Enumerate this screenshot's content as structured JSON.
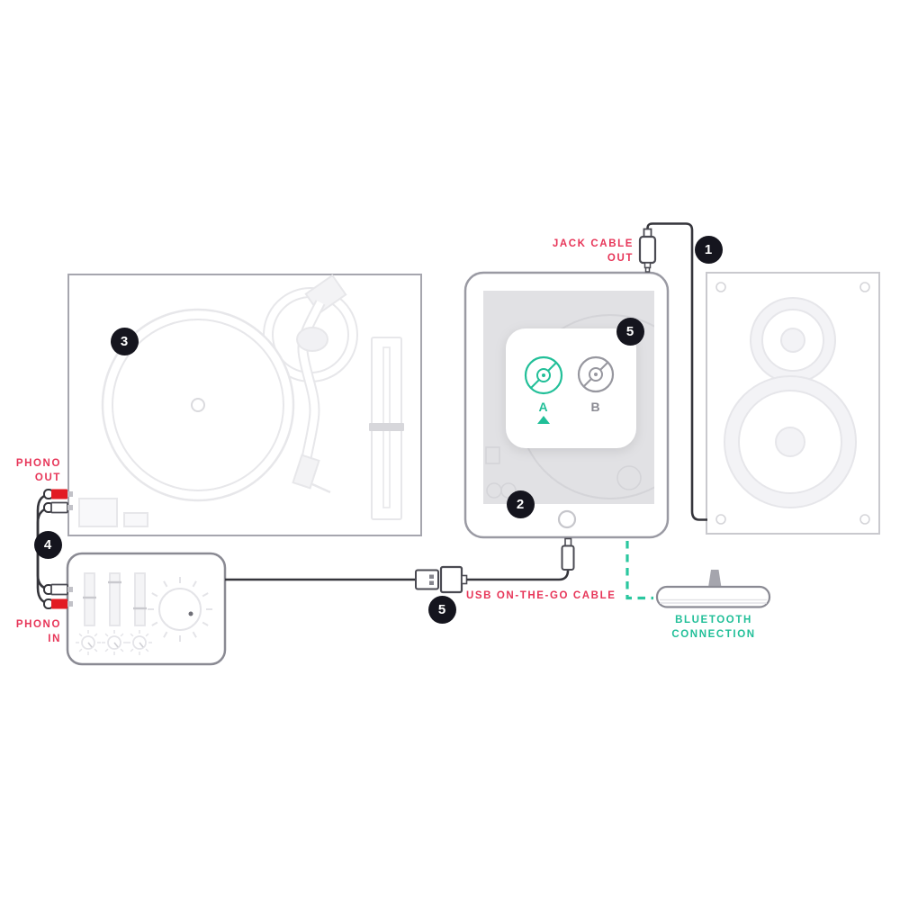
{
  "labels": {
    "jack_cable_line1": "JACK CABLE",
    "jack_cable_line2": "OUT",
    "phono_out_line1": "PHONO",
    "phono_out_line2": "OUT",
    "phono_in_line1": "PHONO",
    "phono_in_line2": "IN",
    "usb_otg": "USB ON-THE-GO CABLE",
    "bluetooth_line1": "BLUETOOTH",
    "bluetooth_line2": "CONNECTION"
  },
  "badges": [
    {
      "n": "1"
    },
    {
      "n": "2"
    },
    {
      "n": "3"
    },
    {
      "n": "4"
    },
    {
      "n": "5"
    },
    {
      "n": "5"
    }
  ],
  "app": {
    "deck_a_label": "A",
    "deck_b_label": "B"
  },
  "colors": {
    "accent_red": "#E73558",
    "accent_teal": "#21BF98",
    "badge_background": "#15151E",
    "rca_red": "#E21B23",
    "cable_dark": "#35353B",
    "device_outline_gray": "#8A8A93",
    "speaker_outline_gray": "#C9C9CE",
    "light_detail_gray": "#E7E7EA"
  },
  "icons": {
    "record_a": "vinyl-record-icon",
    "record_b": "vinyl-record-icon",
    "play_indicator": "triangle-up-icon",
    "jack_plug": "audio-jack-icon",
    "usb_a_plug": "usb-a-plug-icon",
    "otg_adapter": "usb-otg-adapter-icon",
    "lightning_plug": "lightning-connector-icon",
    "rca_plugs": "rca-connector-icon",
    "bluetooth_antenna": "antenna-icon"
  }
}
